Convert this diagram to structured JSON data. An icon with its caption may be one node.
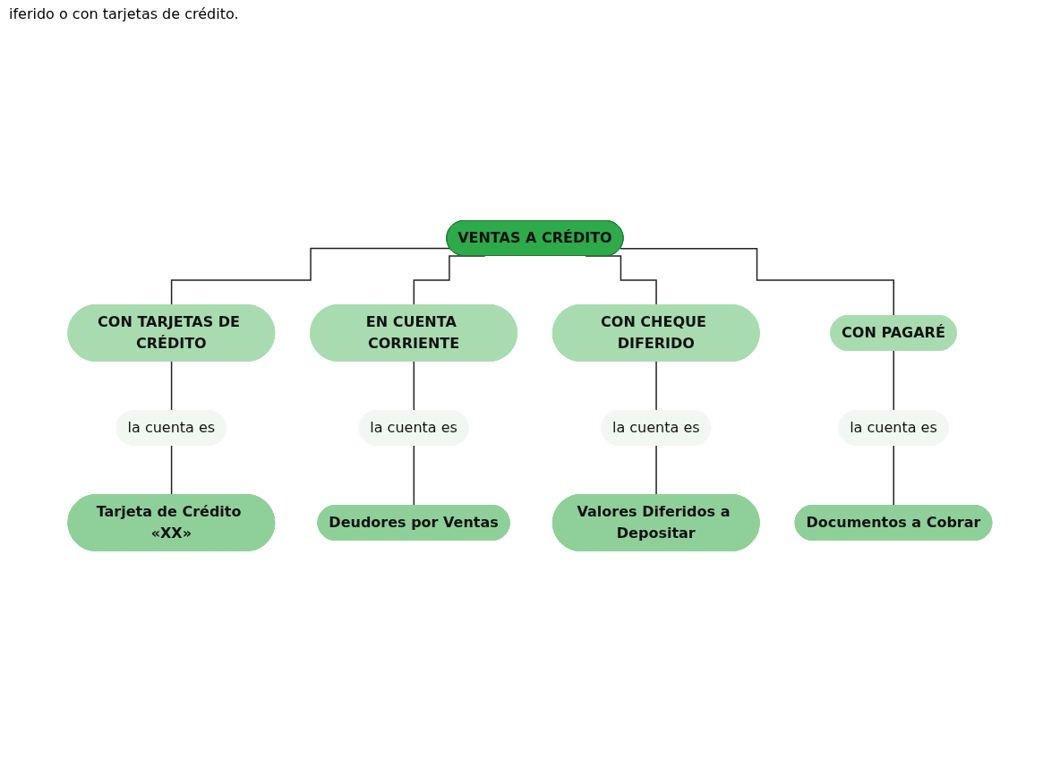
{
  "diagram": {
    "nodes": [
      {
        "text": [
          "VENTAS A CRÉDITO"
        ]
      },
      {
        "text": [
          "CON TARJETAS DE CRÉDITO"
        ]
      },
      {
        "text": [
          "EN CUENTA CORRIENTE"
        ]
      },
      {
        "text": [
          "CON CHEQUE DIFERIDO"
        ]
      },
      {
        "text": [
          "CON PAGARÉ"
        ]
      },
      {
        "text": [
          "la cuenta es"
        ]
      },
      {
        "text": [
          "la cuenta es"
        ]
      },
      {
        "text": [
          "la cuenta es"
        ]
      },
      {
        "text": [
          "la cuenta es"
        ]
      },
      {
        "text": [
          "Tarjeta de Crédito «XX»"
        ]
      },
      {
        "text": [
          "Deudores por Ventas"
        ]
      },
      {
        "text": [
          "Valores Diferidos a Depositar"
        ]
      },
      {
        "text": [
          "Documentos a Cobrar"
        ]
      }
    ],
    "edges": [
      {
        "from": 0,
        "to": 1,
        "arrow": "none"
      },
      {
        "from": 0,
        "to": 2,
        "arrow": "none"
      },
      {
        "from": 0,
        "to": 3,
        "arrow": "none"
      },
      {
        "from": 0,
        "to": 4,
        "arrow": "none"
      },
      {
        "from": 1,
        "to": 5,
        "arrow": "none"
      },
      {
        "from": 2,
        "to": 6,
        "arrow": "none"
      },
      {
        "from": 3,
        "to": 7,
        "arrow": "none"
      },
      {
        "from": 4,
        "to": 8,
        "arrow": "none"
      },
      {
        "from": 5,
        "to": 9,
        "arrow": "none"
      },
      {
        "from": 6,
        "to": 10,
        "arrow": "none"
      },
      {
        "from": 7,
        "to": 11,
        "arrow": "none"
      },
      {
        "from": 8,
        "to": 12,
        "arrow": "none"
      }
    ],
    "labels": [
      "iferido o con tarjetas de crédito."
    ]
  }
}
